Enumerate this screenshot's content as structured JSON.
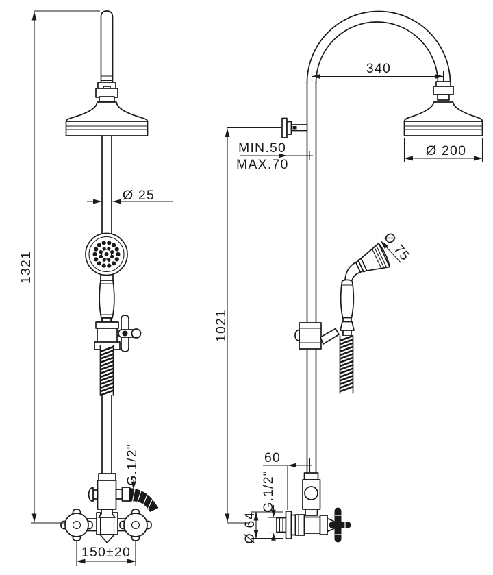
{
  "front": {
    "overall_height": "1321",
    "riser_diameter": "Ø 25",
    "outlet_thread": "G.1/2\"",
    "inlet_centers": "150±20"
  },
  "side": {
    "arm_reach": "340",
    "wall_distance_min": "MIN.50",
    "wall_distance_max": "MAX.70",
    "bracket_height": "1021",
    "handshower_diameter": "Ø 75",
    "head_diameter": "Ø 200",
    "inlet_offset": "60",
    "inlet_thread": "G.1/2\"",
    "flange_diameter": "Ø 64"
  },
  "colors": {
    "line": "#1a1a1a",
    "background": "#ffffff"
  }
}
